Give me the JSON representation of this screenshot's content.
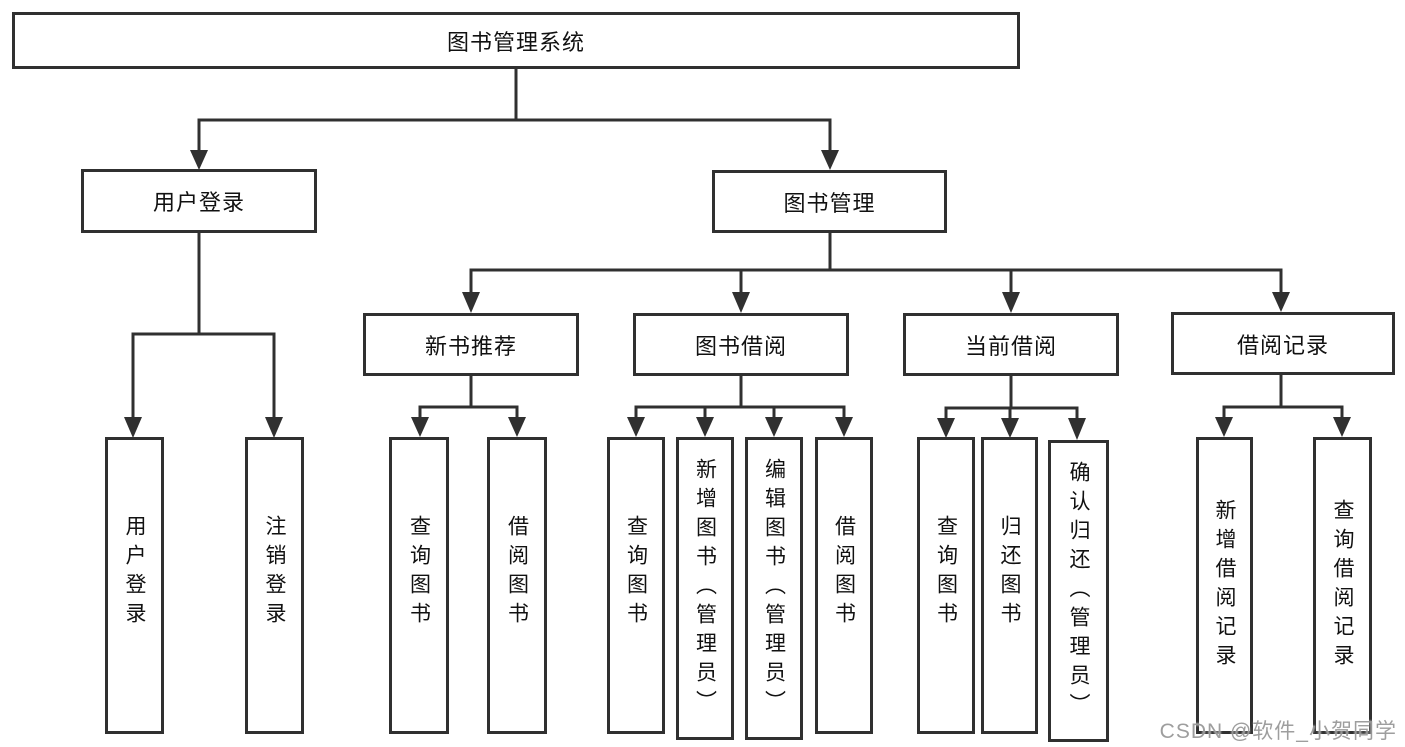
{
  "title": "图书管理系统",
  "level2": {
    "user_login": "用户登录",
    "book_mgmt": "图书管理"
  },
  "level3": [
    "新书推荐",
    "图书借阅",
    "当前借阅",
    "借阅记录"
  ],
  "leaves": {
    "user": [
      "用户登录",
      "注销登录"
    ],
    "recommend": [
      "查询图书",
      "借阅图书"
    ],
    "borrow": [
      "查询图书",
      "新增图书（管理员）",
      "编辑图书（管理员）",
      "借阅图书"
    ],
    "current": [
      "查询图书",
      "归还图书",
      "确认归还（管理员）"
    ],
    "records": [
      "新增借阅记录",
      "查询借阅记录"
    ]
  },
  "watermark": "CSDN @软件_小贺同学",
  "colors": {
    "line": "#303030",
    "text": "#111111",
    "watermark": "#969696",
    "background": "#ffffff"
  },
  "chart_type": "hierarchy-diagram"
}
